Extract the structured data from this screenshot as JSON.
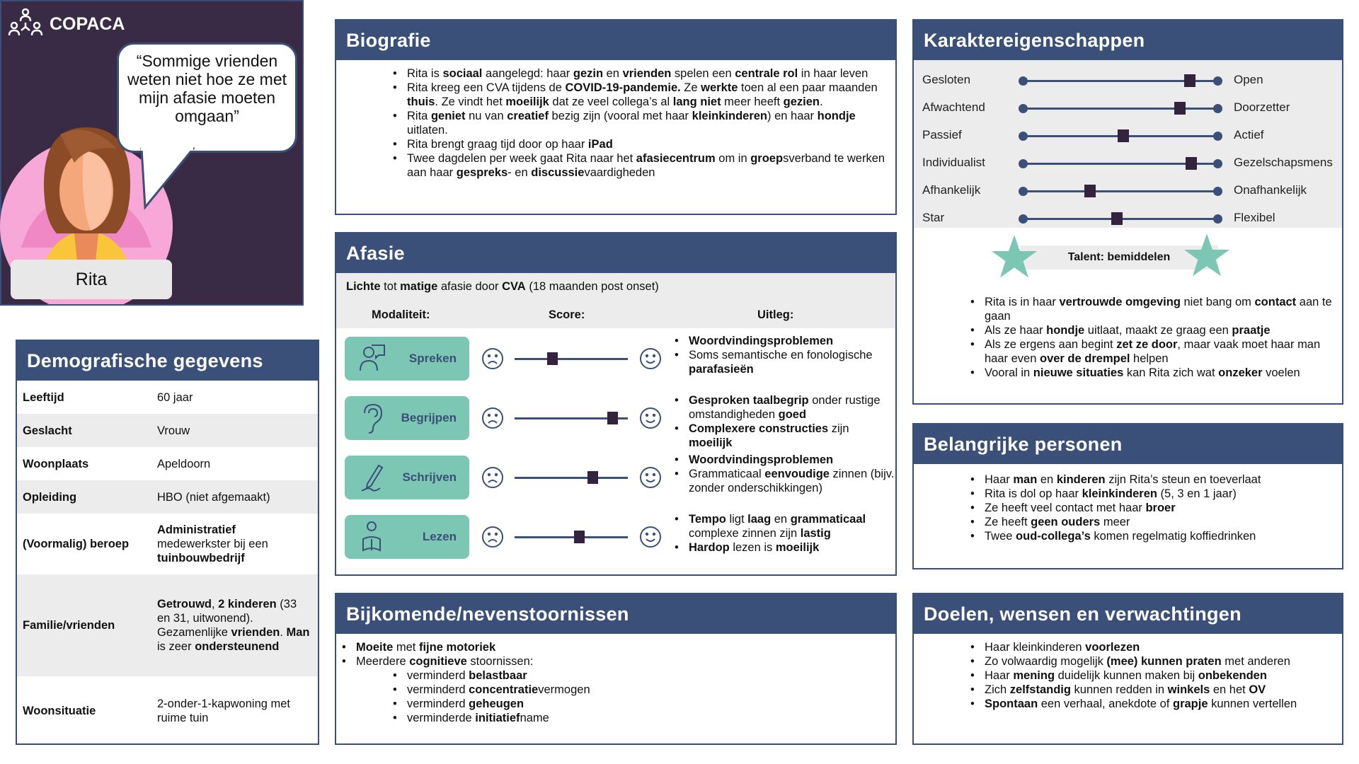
{
  "brand": "COPACA",
  "persona": {
    "quote": "“Sommige vrienden weten niet hoe ze met mijn afasie moeten omgaan”",
    "name": "Rita"
  },
  "demo": {
    "title": "Demografische gegevens",
    "rows": [
      {
        "k": "Leeftijd",
        "v": "60 jaar"
      },
      {
        "k": "Geslacht",
        "v": "Vrouw"
      },
      {
        "k": "Woonplaats",
        "v": "Apeldoorn"
      },
      {
        "k": "Opleiding",
        "v": "HBO (niet afgemaakt)"
      },
      {
        "k": "(Voormalig) beroep",
        "v": "**Administratief** medewerkster bij een **tuinbouwbedrijf**"
      },
      {
        "k": "Familie/vrienden",
        "v": "**Getrouwd**, **2 kinderen** (33 en 31, uitwonend). Gezamenlijke **vrienden**. **Man** is zeer **ondersteunend**"
      },
      {
        "k": "Woonsituatie",
        "v": "2-onder-1-kapwoning met ruime tuin"
      }
    ]
  },
  "bio": {
    "title": "Biografie",
    "items": [
      "Rita is **sociaal** aangelegd: haar **gezin** en **vrienden** spelen een **centrale rol** in haar leven",
      "Rita kreeg een CVA tijdens de **COVID-19-pandemie.** Ze **werkte** toen al een paar maanden **thuis**. Ze vindt het **moeilijk** dat ze veel collega’s al **lang niet** meer heeft **gezien**.",
      "Rita **geniet** nu van **creatief** bezig zijn (vooral met haar **kleinkinderen**) en haar **hondje** uitlaten.",
      "Rita brengt graag tijd door op haar **iPad**",
      "Twee dagdelen per week gaat Rita naar het **afasiecentrum** om in **groep**sverband te werken aan haar **gespreks**- en **discussie**vaardigheden"
    ]
  },
  "afasie": {
    "title": "Afasie",
    "summary": "**Lichte** tot **matige** afasie door **CVA** (18 maanden post onset)",
    "headers": [
      "Modaliteit:",
      "Score:",
      "Uitleg:"
    ],
    "rows": [
      {
        "label": "Spreken",
        "icon": "speaking-person-icon",
        "score": 0.33,
        "uitleg": [
          "**Woordvindingsproblemen**",
          "Soms semantische en fonologische **parafasieën**"
        ]
      },
      {
        "label": "Begrijpen",
        "icon": "ear-icon",
        "score": 0.86,
        "uitleg": [
          "**Gesproken taalbegrip** onder rustige omstandigheden **goed**",
          "**Complexere constructies** zijn **moeilijk**"
        ]
      },
      {
        "label": "Schrijven",
        "icon": "pen-writing-icon",
        "score": 0.69,
        "uitleg": [
          "**Woordvindingsproblemen**",
          "Grammaticaal **eenvoudige** zinnen (bijv. zonder onderschikkingen)"
        ]
      },
      {
        "label": "Lezen",
        "icon": "reading-person-icon",
        "score": 0.57,
        "uitleg": [
          "**Tempo** ligt **laag** en **grammaticaal** complexe zinnen zijn **lastig**",
          "**Hardop** lezen is **moeilijk**"
        ]
      }
    ]
  },
  "bijk": {
    "title": "Bijkomende/nevenstoornissen",
    "items": [
      {
        "t": "**Moeite** met **fijne motoriek**"
      },
      {
        "t": "Meerdere **cognitieve** stoornissen:"
      },
      {
        "t": "verminderd **belastbaar**",
        "sub": true
      },
      {
        "t": "verminderd **concentratie**vermogen",
        "sub": true
      },
      {
        "t": "verminderd **geheugen**",
        "sub": true
      },
      {
        "t": "verminderde **initiatief**name",
        "sub": true
      }
    ]
  },
  "karakter": {
    "title": "Karaktereigenschappen",
    "traits": [
      {
        "left": "Gesloten",
        "right": "Open",
        "value": 0.85
      },
      {
        "left": "Afwachtend",
        "right": "Doorzetter",
        "value": 0.8
      },
      {
        "left": "Passief",
        "right": "Actief",
        "value": 0.51
      },
      {
        "left": "Individualist",
        "right": "Gezelschapsmens",
        "value": 0.86
      },
      {
        "left": "Afhankelijk",
        "right": "Onafhankelijk",
        "value": 0.34
      },
      {
        "left": "Star",
        "right": "Flexibel",
        "value": 0.48
      }
    ],
    "talent": "Talent: bemiddelen",
    "items": [
      "Rita is in haar **vertrouwde omgeving** niet bang om **contact** aan te gaan",
      "Als ze haar **hondje** uitlaat, maakt ze graag een **praatje**",
      "Als ze ergens aan begint **zet ze door**, maar vaak moet haar man haar even **over de drempel** helpen",
      "Vooral in **nieuwe situaties** kan Rita zich wat **onzeker** voelen"
    ]
  },
  "personen": {
    "title": "Belangrijke personen",
    "items": [
      "Haar **man** en **kinderen** zijn Rita’s steun en toeverlaat",
      "Rita is dol op haar **kleinkinderen** (5, 3 en 1 jaar)",
      "Ze heeft veel contact met haar **broer**",
      "Ze heeft **geen ouders** meer",
      "Twee **oud-collega’s** komen regelmatig koffiedrinken"
    ]
  },
  "doelen": {
    "title": "Doelen, wensen en verwachtingen",
    "items": [
      "Haar kleinkinderen **voorlezen**",
      "Zo volwaardig mogelijk **(mee) kunnen praten** met anderen",
      "Haar **mening** duidelijk kunnen maken bij **onbekenden**",
      "Zich **zelfstandig** kunnen redden in **winkels** en het **OV**",
      "**Spontaan** een verhaal, anekdote of **grapje** kunnen vertellen"
    ]
  },
  "colors": {
    "header": "#3b5078",
    "accent": "#7cc6b4",
    "marker": "#33233f",
    "persona_bg": "#392a45"
  }
}
